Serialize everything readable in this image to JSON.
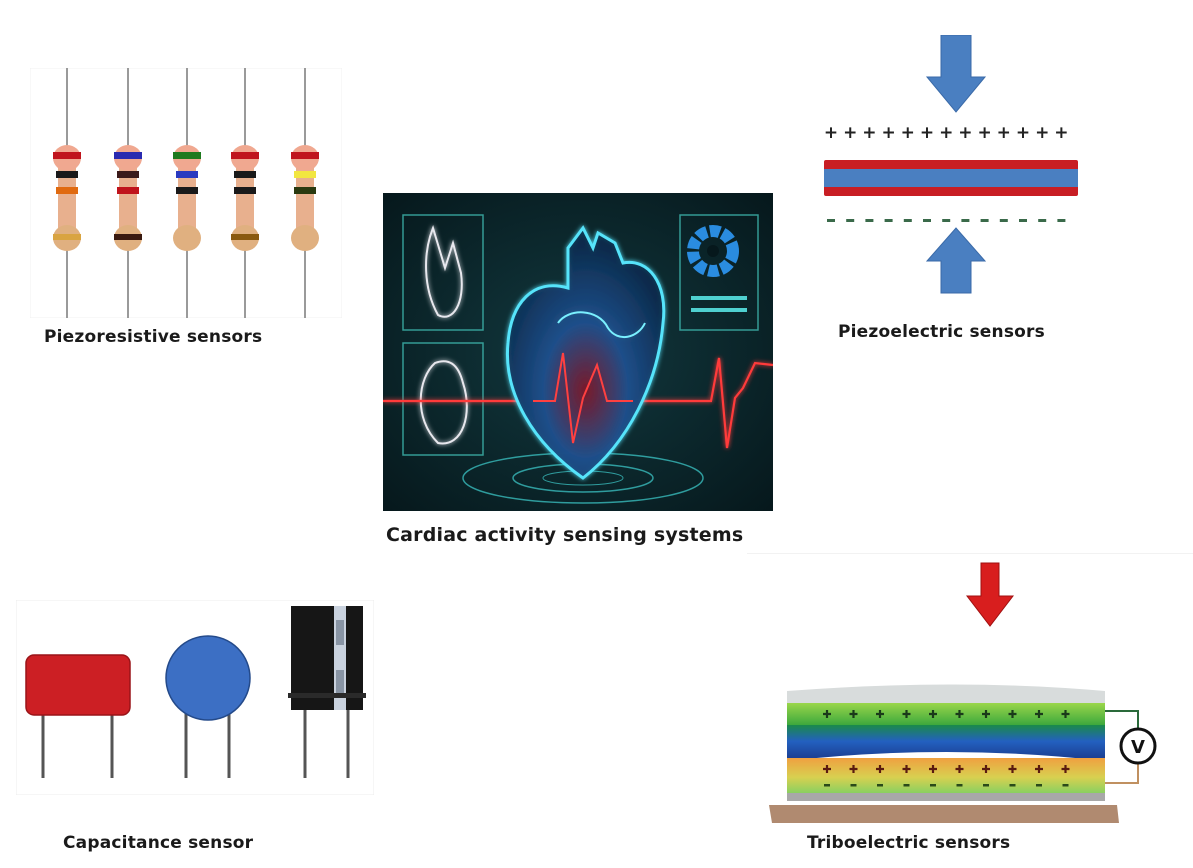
{
  "title": "Cardiac activity sensing systems",
  "center": {
    "caption": "Cardiac activity sensing systems",
    "image": "holographic-heart-with-ecg-trace"
  },
  "panels": [
    {
      "id": "piezoresistive",
      "caption": "Piezoresistive sensors",
      "image": "color-banded-resistors",
      "resistors": [
        {
          "bands": [
            "#c0141c",
            "#1a1a1a",
            "#e06a10"
          ],
          "end_band": "#d9a441"
        },
        {
          "bands": [
            "#2a2ab0",
            "#3a1a1a",
            "#c0141c"
          ],
          "end_band": "#3a1a10"
        },
        {
          "bands": [
            "#1e7a1e",
            "#2a3ac0",
            "#1a1a1a"
          ],
          "end_band": null
        },
        {
          "bands": [
            "#c0141c",
            "#1a1a1a",
            "#1a1a1a"
          ],
          "end_band": "#8a5a10"
        },
        {
          "bands": [
            "#c0141c",
            "#f2e640",
            "#2a3a10"
          ],
          "end_band": null
        }
      ]
    },
    {
      "id": "piezoelectric",
      "caption": "Piezoelectric sensors",
      "image": "compressed-piezo-layer",
      "positive_symbol": "+",
      "negative_symbol": "-",
      "charge_count": 13,
      "arrow_color": "#4a7fc1",
      "layer_colors": {
        "outer": "#c81e24",
        "inner": "#4a7fc1"
      }
    },
    {
      "id": "capacitance",
      "caption": "Capacitance sensor",
      "image": "three-capacitors",
      "components": [
        {
          "shape": "film-box",
          "color": "#cc1f24"
        },
        {
          "shape": "ceramic-disc",
          "color": "#3c6fc4"
        },
        {
          "shape": "electrolytic-can",
          "color": "#161616"
        }
      ]
    },
    {
      "id": "triboelectric",
      "caption": "Triboelectric sensors",
      "image": "triboelectric-layer-stack",
      "arrow_color": "#d81e1e",
      "voltmeter_label": "V",
      "charge_count": 10
    }
  ]
}
